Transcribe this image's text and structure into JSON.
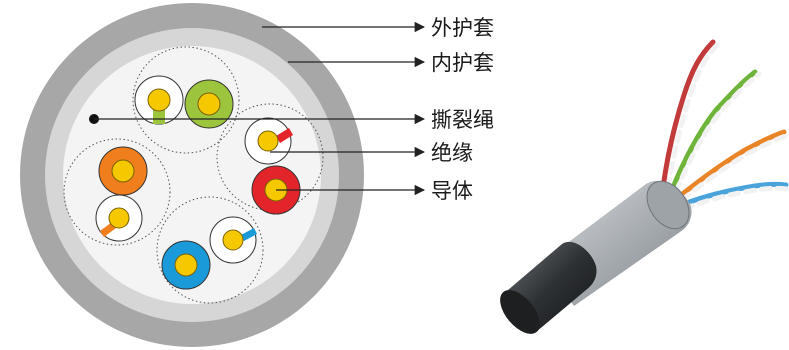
{
  "labels": {
    "outer_sheath": "外护套",
    "inner_sheath": "内护套",
    "ripcord": "撕裂绳",
    "insulation": "绝缘",
    "conductor": "导体"
  },
  "colors": {
    "outer_jacket": "#a7a7a7",
    "inner_jacket": "#d6d6d6",
    "core_fill": "#f4f4f4",
    "conductor": "#f6c800",
    "orange": "#f07e1c",
    "green": "#9cc43c",
    "blue": "#1a9ad8",
    "red": "#e3242b"
  },
  "icons": {
    "cable_photo": "twisted-pair-cable-photo"
  }
}
